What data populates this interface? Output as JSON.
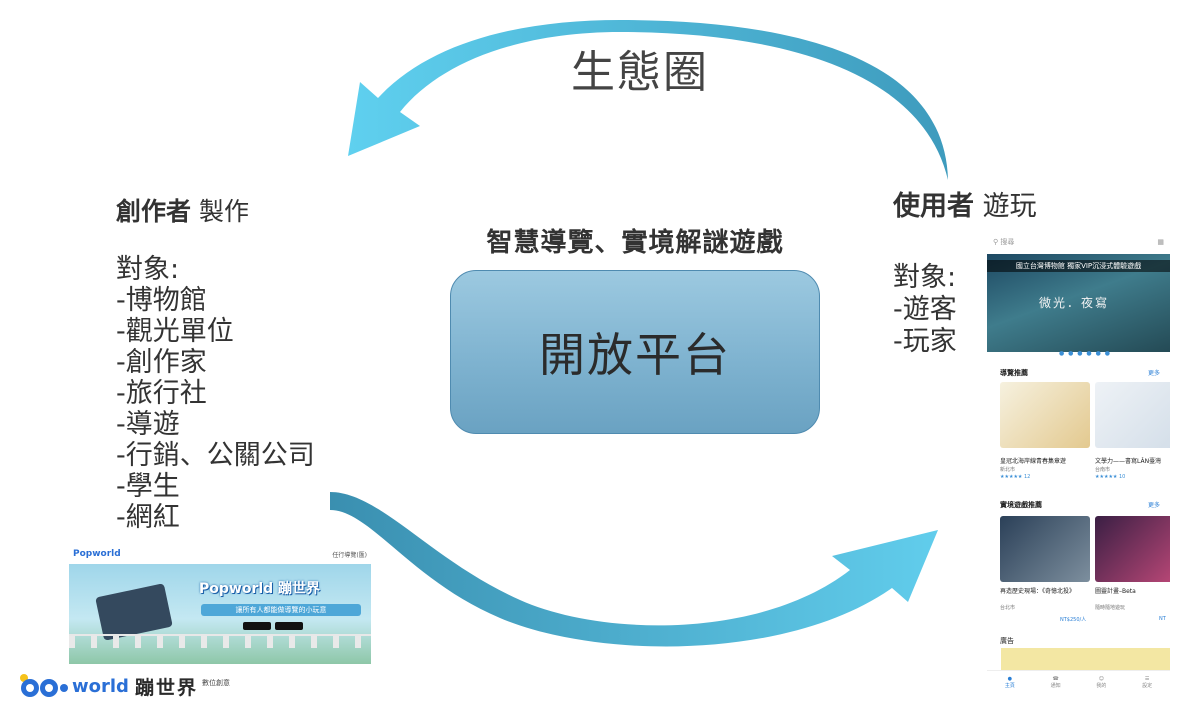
{
  "cycle": {
    "title": "生態圈",
    "colors": {
      "arrow_light": "#5ecbe8",
      "arrow_dark": "#3a93b4"
    }
  },
  "creator": {
    "heading_bold": "創作者",
    "heading_rest": "製作",
    "target_label": "對象:",
    "items": [
      "-博物館",
      "-觀光單位",
      "-創作家",
      "-旅行社",
      "-導遊",
      "-行銷、公關公司",
      "-學生",
      "-網紅"
    ]
  },
  "user": {
    "heading_bold": "使用者",
    "heading_rest": "遊玩",
    "target_label": "對象:",
    "items": [
      "-遊客",
      "-玩家"
    ]
  },
  "center": {
    "subtitle": "智慧導覽、實境解謎遊戲",
    "platform_label": "開放平台",
    "colors": {
      "box_fill": "#8cbed8",
      "box_border": "#4f8bb0"
    }
  },
  "website": {
    "logo": "Popworld",
    "topbar_right": "任行導覽(匯)",
    "brand": "Popworld 蹦世界",
    "tagline": "讓所有人都能做導覽的小玩意"
  },
  "app": {
    "search_placeholder": "搜尋",
    "hero_band": "國立台灣博物館 獨家VIP沉浸式體驗遊戲",
    "hero_title": "微光．夜寫",
    "section1_title": "導覽推薦",
    "section1_more": "更多",
    "section1_cards": [
      {
        "title": "皇冠北海岸線青春集章遊",
        "location": "新北市",
        "rating": "★★★★★ 12"
      },
      {
        "title": "文學力——書寫LÂN臺灣",
        "location": "台南市",
        "rating": "★★★★★ 10"
      }
    ],
    "section2_title": "實境遊戲推薦",
    "section2_more": "更多",
    "section2_cards": [
      {
        "title": "再造歷史現場：《奇憶北投》",
        "location": "台北市",
        "price": "NT$250/人"
      },
      {
        "title": "圖靈計畫–Beta",
        "location": "隨時隨地遊玩",
        "price": "NT"
      }
    ],
    "ad_label": "廣告",
    "nav": [
      "主頁",
      "通知",
      "我的",
      "設定"
    ]
  },
  "footer_brand": {
    "word": "world",
    "cn": "蹦世界",
    "small": "數位創意"
  }
}
